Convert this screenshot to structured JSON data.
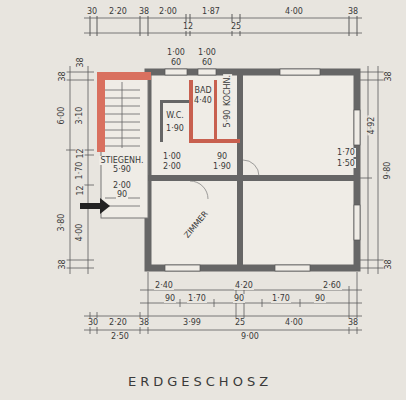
{
  "diagram": {
    "title": "ERDGESCHOSZ",
    "labels": [
      "30",
      "2·20",
      "38",
      "2·00",
      "12",
      "1·87",
      "25",
      "4·00",
      "38",
      "1·00",
      "60",
      "1·00",
      "60",
      "38",
      "6·00",
      "3·80",
      "38",
      "38",
      "3·10",
      "12",
      "1·70",
      "12",
      "4·00",
      "38",
      "4·92",
      "9·80",
      "38",
      "1·70",
      "1·50",
      "BAD",
      "4·40",
      "KOCHN.",
      "5·90",
      "W.C.",
      "1·90",
      "STIEGENH.",
      "5·90",
      "1·00",
      "2·00",
      "90",
      "1·90",
      "2·00",
      "90",
      "ZIMMER",
      "2·40",
      "4·20",
      "2·60",
      "90",
      "1·70",
      "90",
      "1·70",
      "90",
      "30",
      "2·20",
      "38",
      "3·99",
      "25",
      "4·00",
      "38",
      "2·50",
      "9·00"
    ]
  }
}
